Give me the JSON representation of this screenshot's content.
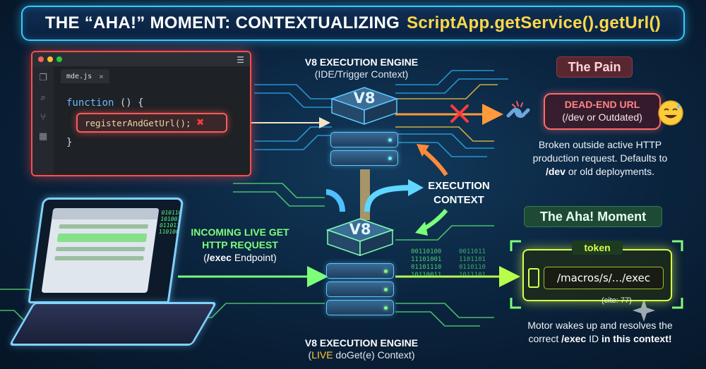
{
  "title": {
    "main": "THE “AHA!” MOMENT: CONTEXTUALIZING",
    "code": "ScriptApp.getService().getUrl()"
  },
  "editor": {
    "tab_label": "mde.js",
    "tab_close": "×",
    "line1_keyword": "function",
    "line1_rest": " () {",
    "call": "registerAndGetUrl();",
    "line3": "}",
    "error_mark": "✖"
  },
  "engine_top": {
    "name": "V8 EXECUTION ENGINE",
    "context": "(IDE/Trigger Context)",
    "badge": "V8"
  },
  "engine_bottom": {
    "name": "V8 EXECUTION ENGINE",
    "context_prefix": "(",
    "context_live": "LIVE",
    "context_rest": " doGet(e) Context)",
    "badge": "V8"
  },
  "execution_context": {
    "line1": "EXECUTION",
    "line2": "CONTEXT"
  },
  "incoming": {
    "line1": "INCOMING LIVE GET",
    "line2": "HTTP REQUEST",
    "line3_prefix": "(",
    "line3_exec": "/exec",
    "line3_rest": " Endpoint)"
  },
  "pain": {
    "chip": "The Pain",
    "box_title": "DEAD-END URL",
    "box_sub": "(/dev or Outdated)",
    "desc_1": "Broken outside active HTTP",
    "desc_2": "production request. Defaults to",
    "desc_3_bold": "/dev",
    "desc_3_rest": " or old deployments."
  },
  "aha": {
    "chip": "The Aha! Moment",
    "token_label": "token",
    "token_url": "/macros/s/.../exec",
    "cite": "(cite: 77)",
    "desc_1": "Motor wakes up and resolves the",
    "desc_2_a": "correct ",
    "desc_2_bold": "/exec",
    "desc_2_b": " ID ",
    "desc_2_bold2": "in this context!"
  },
  "binary": {
    "col_a": "010110\n101001\n011011\n110100",
    "col_b": "00110100\n11101001\n01101110\n10110011",
    "col_c": "0011011\n1101101\n0110110\n1011101"
  },
  "colors": {
    "accent": "#39c8ff",
    "error": "#ff4d4d",
    "success": "#7dff7a",
    "highlight": "#ffd84a",
    "token": "#d7ff4a"
  },
  "icons": [
    "files-icon",
    "search-icon",
    "branch-icon",
    "extensions-icon",
    "broken-link-icon",
    "sweat-smile-emoji-icon",
    "chip-icon",
    "sparkle-icon",
    "v8-server-icon"
  ]
}
